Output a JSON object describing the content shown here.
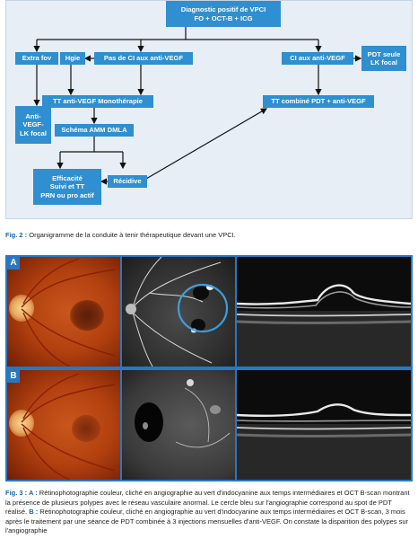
{
  "flowchart": {
    "diagnosis": [
      "Diagnostic positif de VPCI",
      "FO + OCT-B + ICG"
    ],
    "extra_fov": "Extra fov",
    "hgie": "Hgie",
    "pas_ci": "Pas de CI aux anti-VEGF",
    "ci_anti_vegf": "CI aux anti-VEGF",
    "pdt_seule": [
      "PDT seule",
      "LK focal"
    ],
    "anti_vegf_lk": [
      "Anti-",
      "VEGF-",
      "LK focal"
    ],
    "tt_mono": "TT anti-VEGF Monothérapie",
    "tt_combine": "TT combiné PDT + anti-VEGF",
    "schema": "Schéma AMM DMLA",
    "efficacite": [
      "Efficacité",
      "Suivi et TT",
      "PRN ou pro actif"
    ],
    "recidive": "Récidive",
    "colors": {
      "box": "#2f8fd0",
      "panel": "#e7eef5",
      "arrow": "#111111"
    }
  },
  "fig2_caption": {
    "label": "Fig. 2 : ",
    "text": "Organigramme de la conduite à tenir thérapeutique devant une VPCI."
  },
  "image_panel": {
    "row_a": "A",
    "row_b": "B",
    "colors": {
      "frame": "#2a77c0",
      "circle": "#3aa0e0"
    }
  },
  "fig3_caption": {
    "label": "Fig. 3 : ",
    "a_label": "A : ",
    "a_text": "Rétinophotographie couleur, cliché en angiographie au vert d'indocyanine aux temps intermédiaires et OCT B-scan montrant la présence de plusieurs polypes avec le réseau vasculaire anormal. Le cercle bleu sur l'angiographie correspond au spot de PDT réalisé. ",
    "b_label": "B : ",
    "b_text": "Rétinophotographie couleur, cliché en angiographie au vert d'indocyanine aux temps intermédiaires et OCT B-scan, 3 mois après le traitement par une séance de PDT combinée à 3 injections mensuelles d'anti-VEGF. On constate la disparition des polypes sur l'angiographie"
  }
}
